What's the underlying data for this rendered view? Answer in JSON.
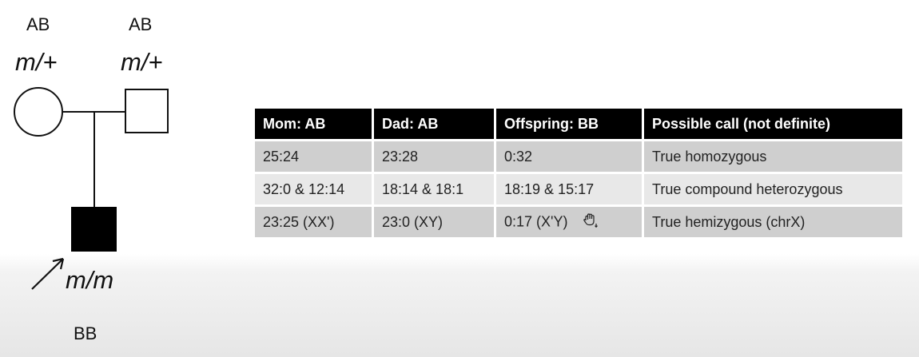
{
  "pedigree": {
    "mother": {
      "allele": "AB",
      "genotype": "m/+"
    },
    "father": {
      "allele": "AB",
      "genotype": "m/+"
    },
    "proband": {
      "allele": "BB",
      "genotype": "m/m"
    }
  },
  "table": {
    "headers": [
      "Mom: AB",
      "Dad: AB",
      "Offspring: BB",
      "Possible call (not definite)"
    ],
    "rows": [
      [
        "25:24",
        "23:28",
        "0:32",
        "True homozygous"
      ],
      [
        "32:0 & 12:14",
        "18:14 & 18:1",
        "18:19 & 15:17",
        "True compound heterozygous"
      ],
      [
        "23:25 (XX')",
        "23:0 (XY)",
        "0:17 (X'Y)",
        "True hemizygous (chrX)"
      ]
    ]
  },
  "colors": {
    "header_bg": "#000000",
    "row_dark": "#cfcfcf",
    "row_light": "#e8e8e8"
  },
  "icons": [
    "hand-cursor-icon"
  ]
}
